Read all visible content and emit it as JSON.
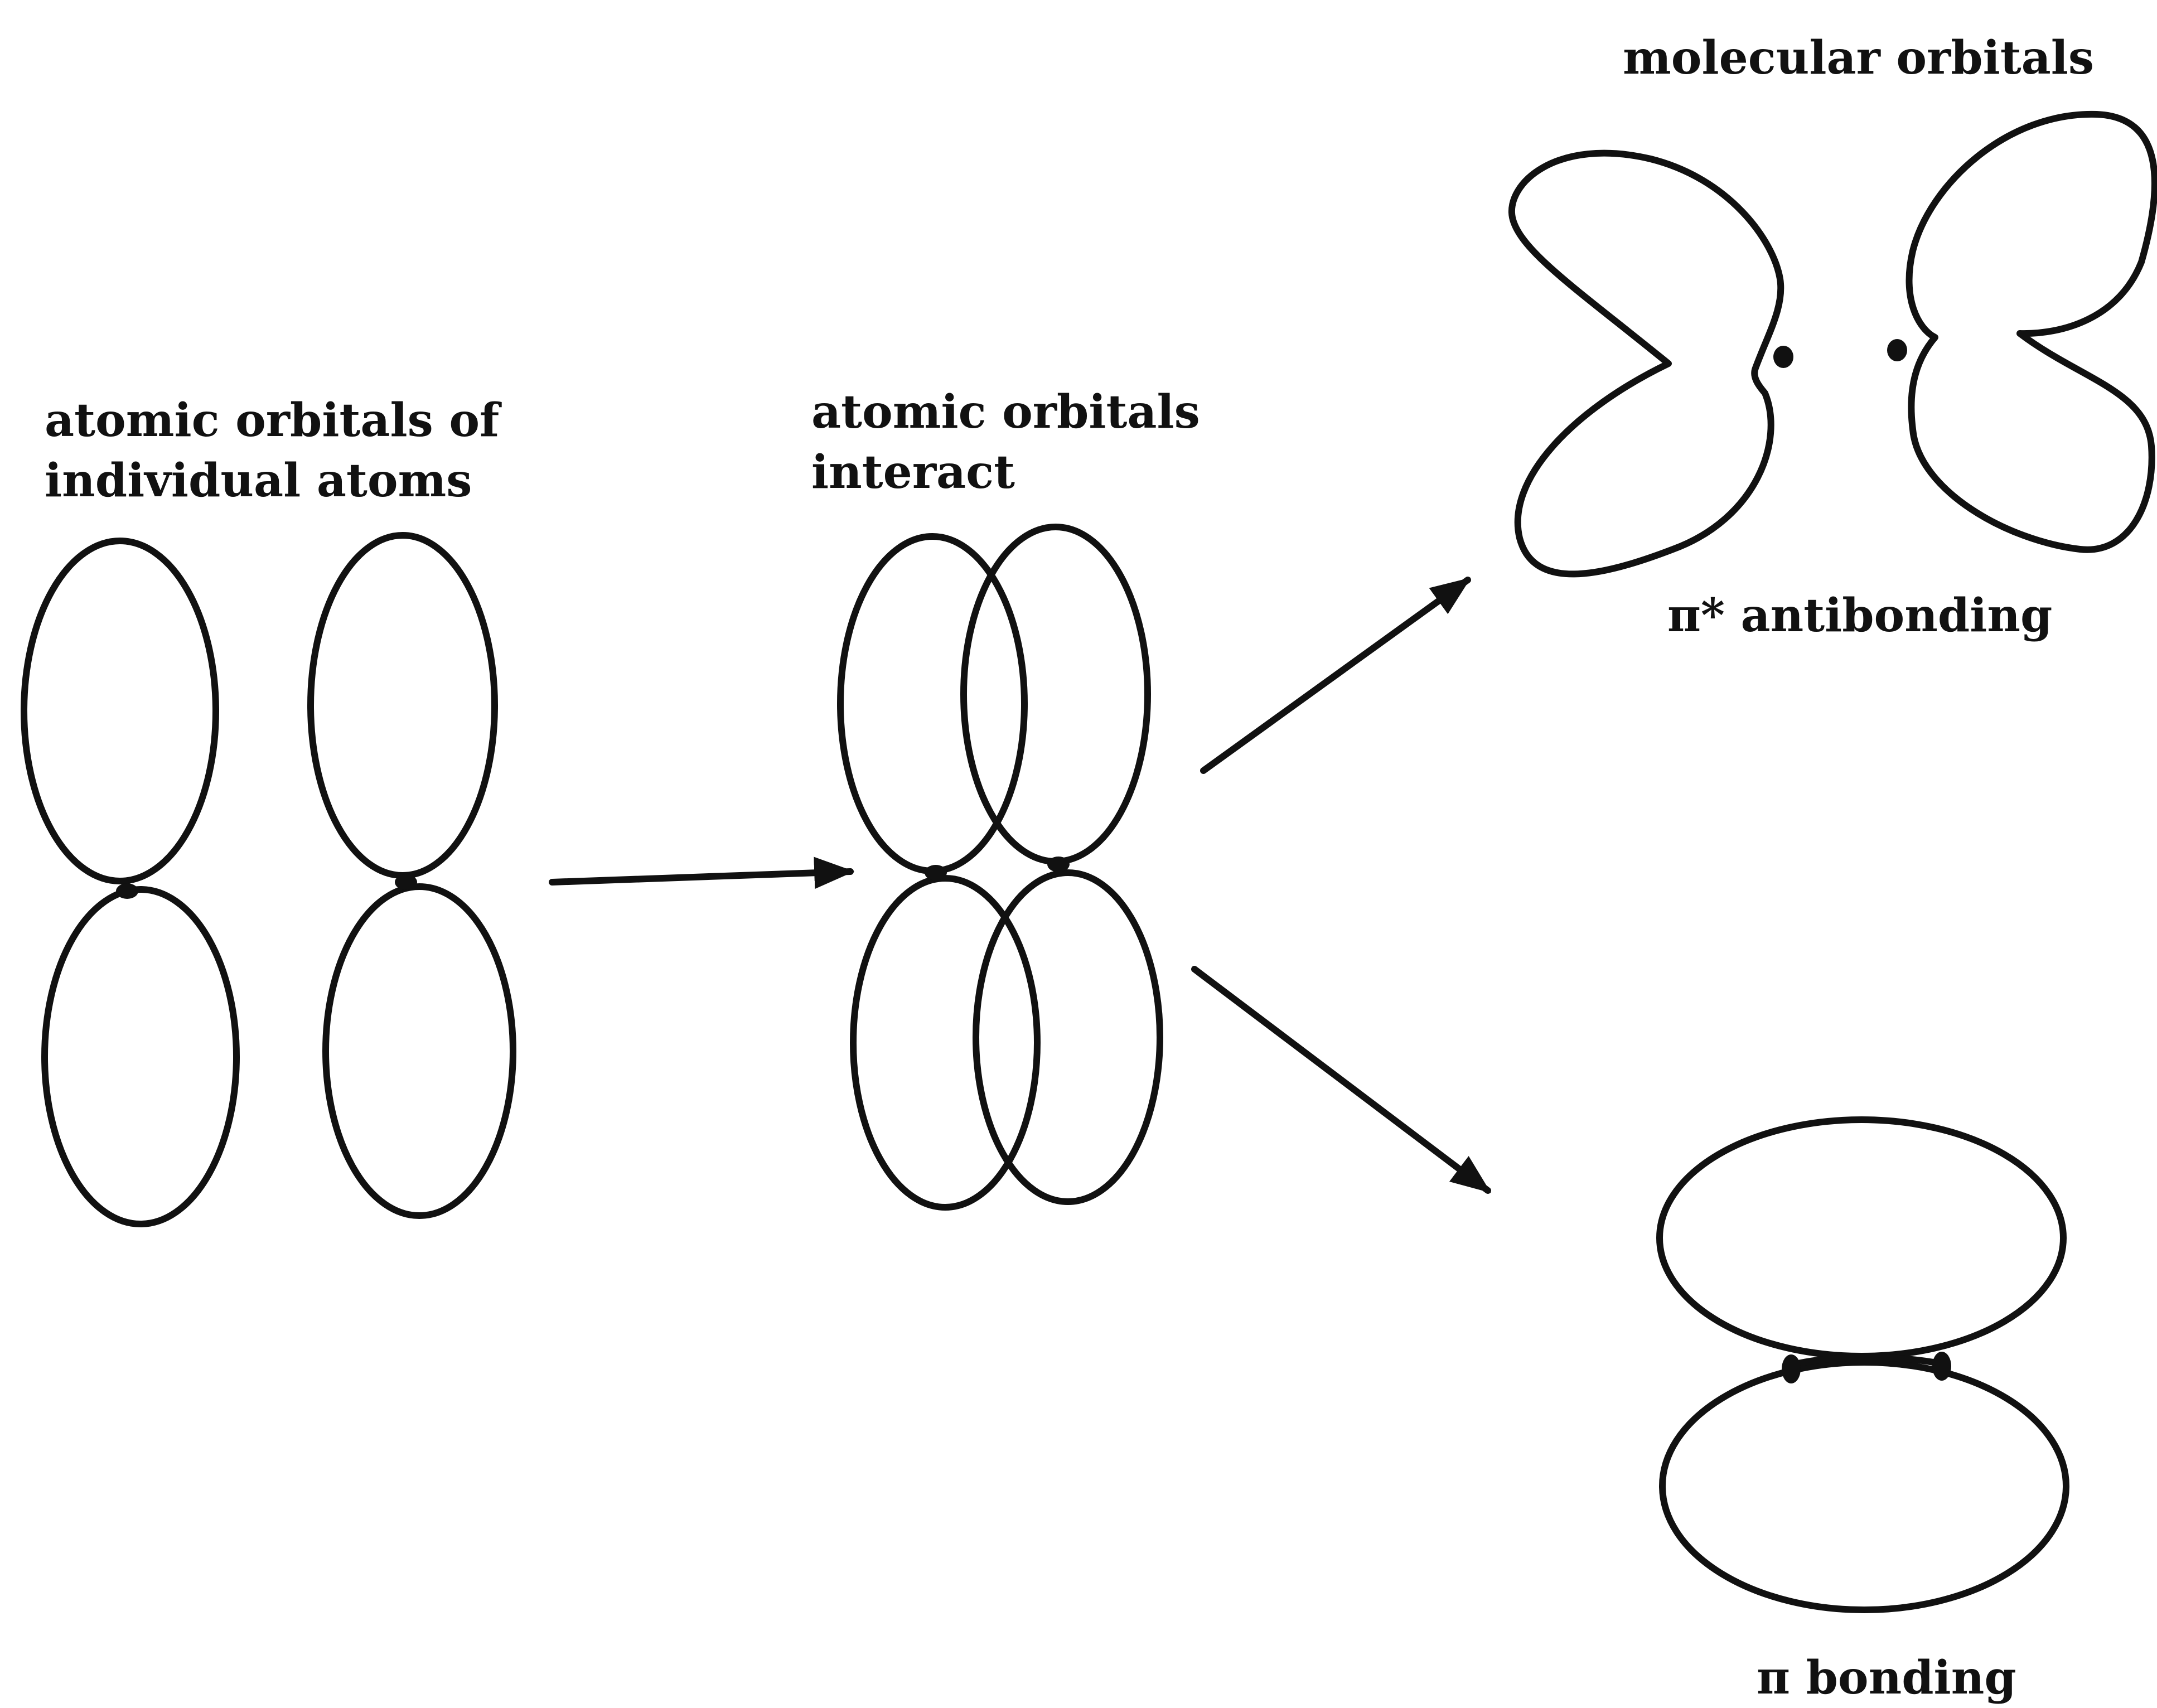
{
  "labels": {
    "individual_line1": "atomic orbitals of",
    "individual_line2": "individual atoms",
    "interact_line1": "atomic orbitals",
    "interact_line2": "interact",
    "molecular": "molecular orbitals",
    "antibonding": "π* antibonding",
    "bonding": "π bonding"
  },
  "colors": {
    "ink": "#111111",
    "background": "#ffffff"
  }
}
